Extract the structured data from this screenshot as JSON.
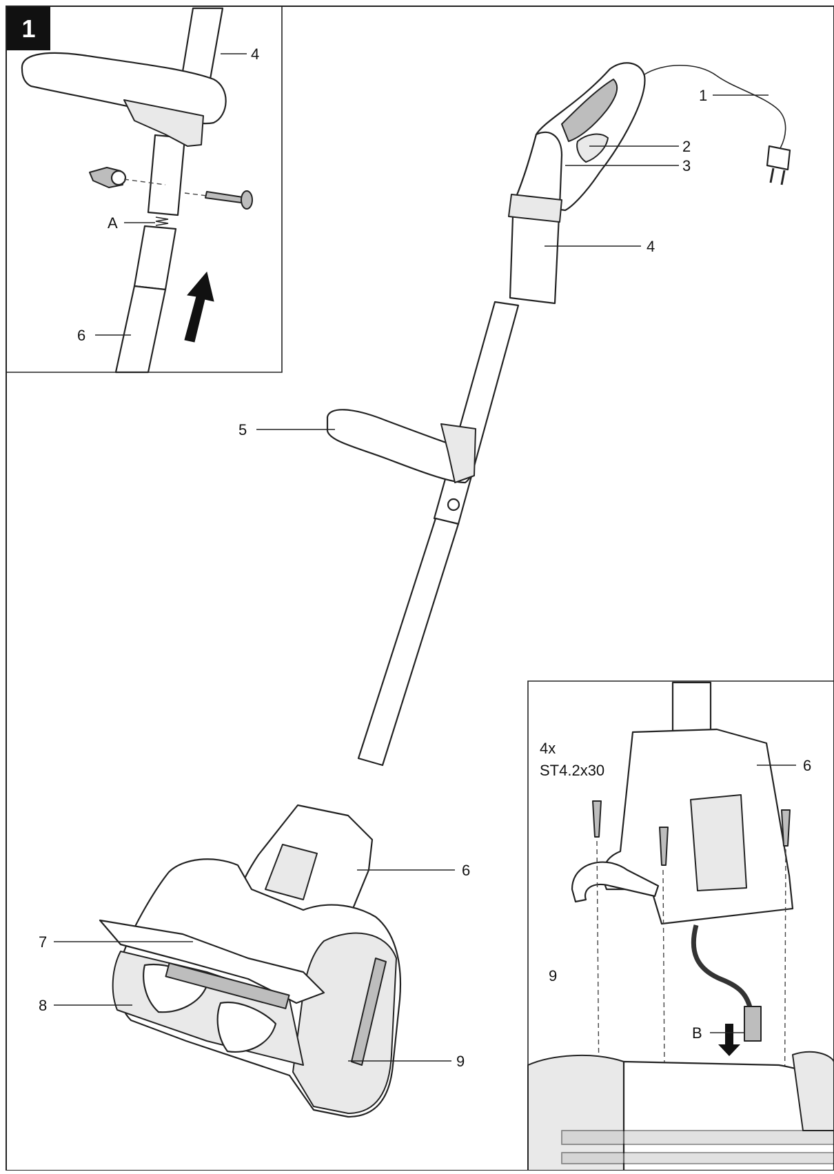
{
  "figure": {
    "number": "1"
  },
  "callouts": {
    "main": {
      "power_cord": "1",
      "switch_lock": "2",
      "trigger": "3",
      "upper_handle": "4",
      "aux_handle": "5",
      "lower_shaft": "6",
      "deflector": "7",
      "auger": "8",
      "housing": "9"
    },
    "inset_top": {
      "upper_handle": "4",
      "spring_button": "A",
      "lower_shaft": "6"
    },
    "inset_bottom": {
      "screw_count": "4x",
      "screw_spec": "ST4.2x30",
      "lower_shaft": "6",
      "housing": "9",
      "connector": "B"
    }
  }
}
